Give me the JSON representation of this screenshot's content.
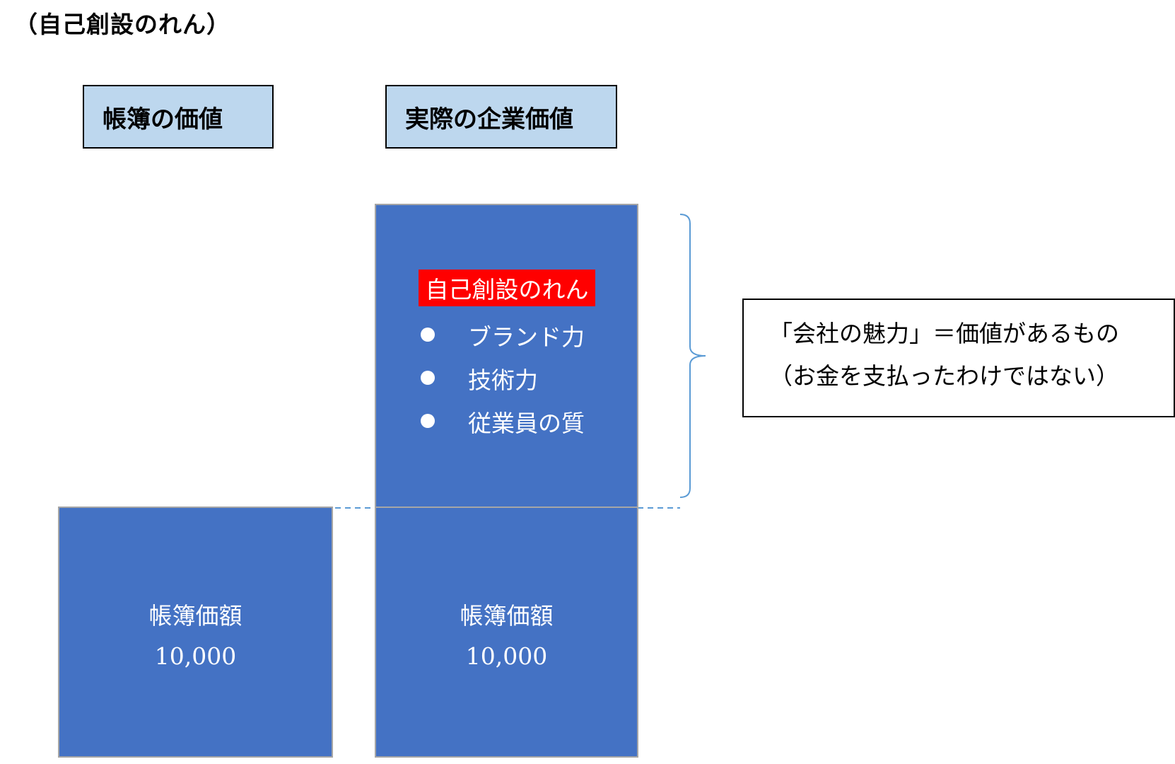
{
  "title": "（自己創設のれん）",
  "headers": {
    "book_value": "帳簿の価値",
    "actual_value": "実際の企業価値"
  },
  "book_block": {
    "label": "帳簿価額",
    "amount": "10,000"
  },
  "actual_block": {
    "label": "帳簿価額",
    "amount": "10,000"
  },
  "goodwill": {
    "label": "自己創設のれん",
    "items": [
      "ブランド力",
      "技術力",
      "従業員の質"
    ]
  },
  "callout": {
    "line1": "「会社の魅力」＝価値があるもの",
    "line2": "（お金を支払ったわけではない）"
  },
  "colors": {
    "header_fill": "#bdd7ee",
    "block_fill": "#4472c4",
    "block_border": "#a6a6a6",
    "highlight": "#ff0000",
    "connector": "#5b9bd5"
  }
}
